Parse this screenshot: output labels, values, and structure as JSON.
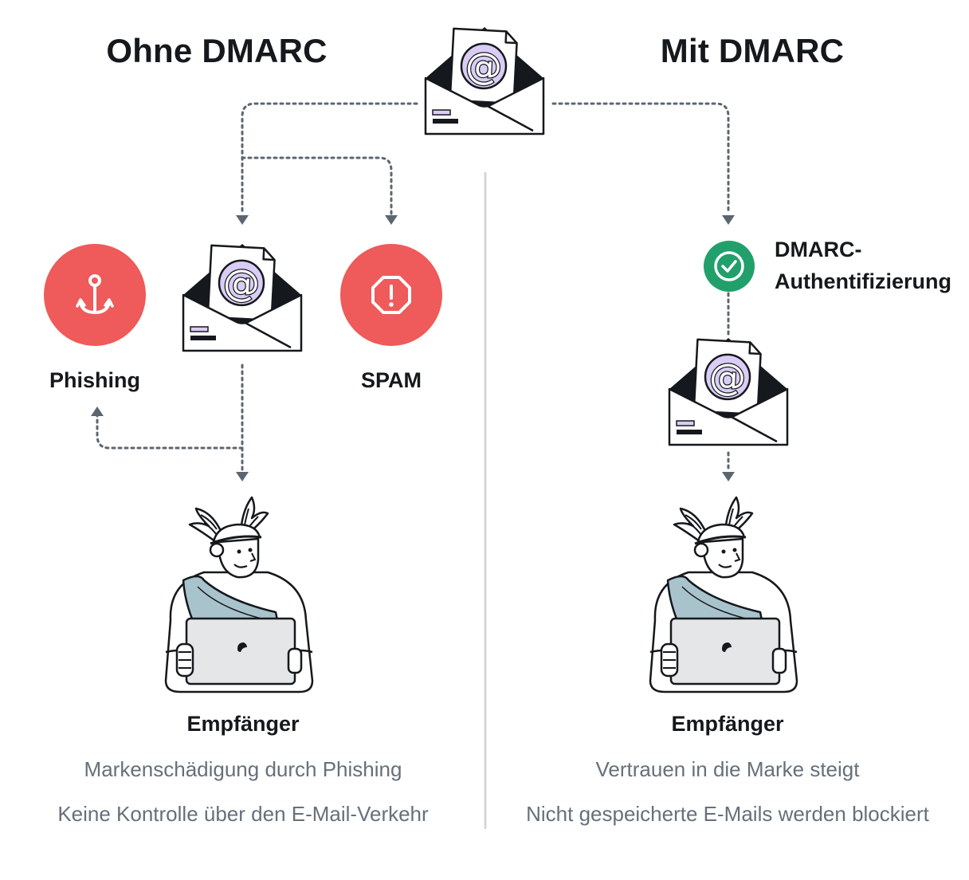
{
  "left": {
    "heading": "Ohne DMARC",
    "phishing_label": "Phishing",
    "spam_label": "SPAM",
    "recipient_label": "Empfänger",
    "desc_line1": "Markenschädigung durch Phishing",
    "desc_line2": "Keine Kontrolle über den E-Mail-Verkehr"
  },
  "right": {
    "heading": "Mit DMARC",
    "auth_label_line1": "DMARC-",
    "auth_label_line2": "Authentifizierung",
    "recipient_label": "Empfänger",
    "desc_line1": "Vertrauen in die Marke steigt",
    "desc_line2": "Nicht gespeicherte E-Mails werden blockiert"
  },
  "icons": {
    "envelope": "email-envelope-icon",
    "phishing": "fishing-hook-icon",
    "spam": "warning-octagon-icon",
    "auth": "check-circle-icon",
    "recipient": "hermes-with-laptop-illustration"
  },
  "colors": {
    "danger": "#ef5a5a",
    "success": "#22a06b",
    "accent_purple": "#d9ccf5",
    "cloth": "#a9c3cc",
    "laptop": "#e4e6e8",
    "connector": "#5c6670"
  }
}
